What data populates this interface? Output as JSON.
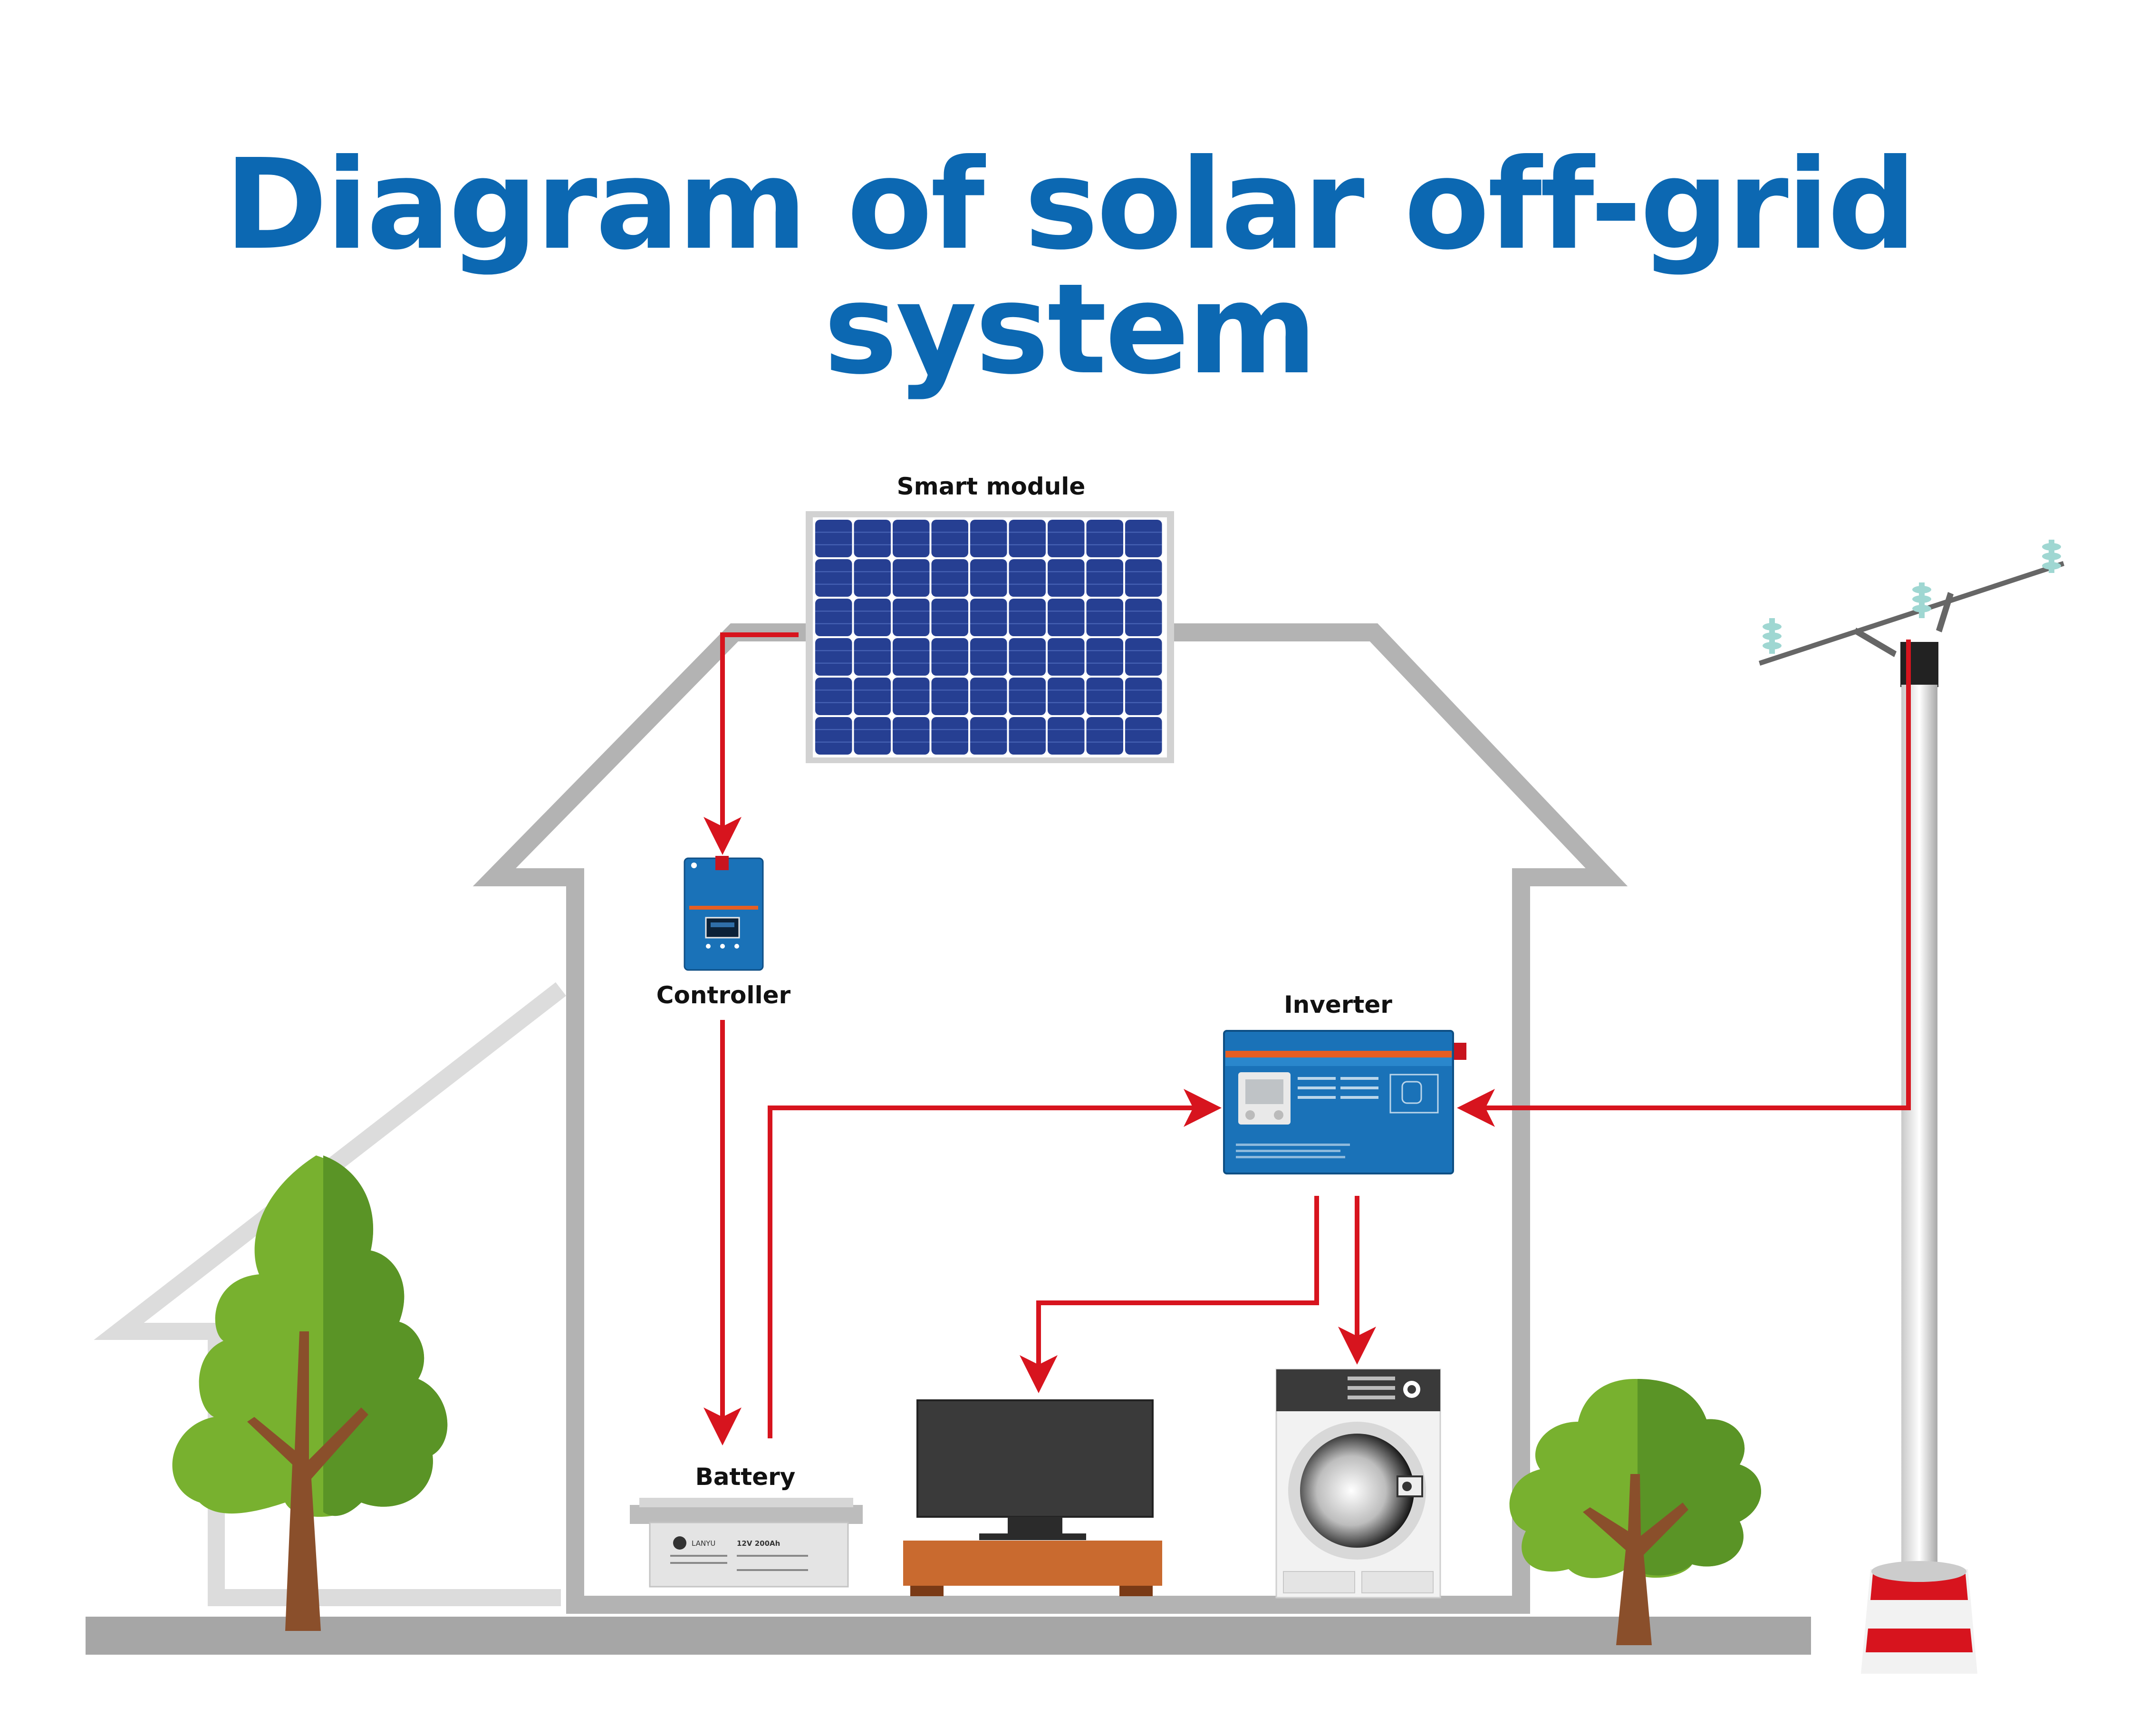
{
  "title": "Diagram of solar off-grid system",
  "labels": {
    "smart_module": "Smart module",
    "controller": "Controller",
    "inverter": "Inverter",
    "battery": "Battery"
  },
  "battery_print": {
    "brand": "LANYU",
    "spec": "12V 200Ah"
  },
  "colors": {
    "title": "#0c68b2",
    "wire": "#d7141e",
    "house_outline": "#b3b3b3",
    "panel": "#263f92",
    "device_blue": "#1a72b8",
    "tree_light": "#78b12f",
    "tree_dark": "#5a9426",
    "trunk": "#8a4f2b",
    "ground": "#a6a6a6"
  }
}
